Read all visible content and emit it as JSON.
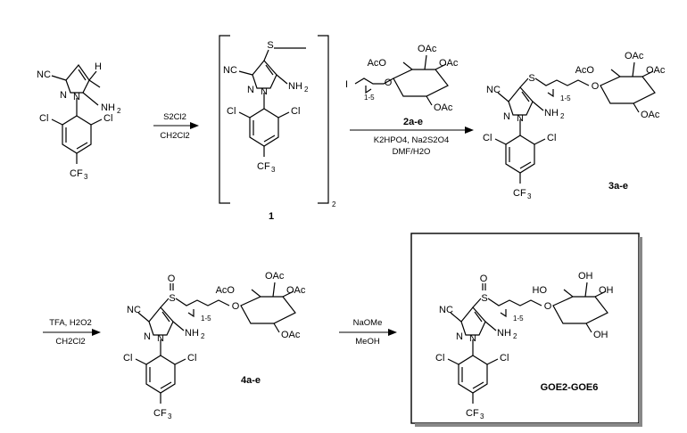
{
  "arrows": [
    {
      "id": "a1",
      "above": "S2Cl2",
      "below": "CH2Cl2"
    },
    {
      "id": "a2",
      "above": "",
      "below": "K2HPO4, Na2S2O4",
      "below2": "DMF/H2O"
    },
    {
      "id": "a3",
      "above": "TFA, H2O2",
      "below": "CH2Cl2"
    },
    {
      "id": "a4",
      "above": "NaOMe",
      "below": "MeOH"
    }
  ],
  "compounds": {
    "c1": "1",
    "c2": "2a-e",
    "c3": "3a-e",
    "c4": "4a-e",
    "final": "GOE2-GOE6"
  },
  "atoms": {
    "NC": "NC",
    "N": "N",
    "NH2": "NH",
    "two": "2",
    "Cl": "Cl",
    "CF": "CF",
    "three": "3",
    "S": "S",
    "O": "O",
    "H": "H",
    "OAc": "OAc",
    "AcO": "AcO",
    "OH": "OH",
    "HO": "HO",
    "I": "I",
    "range": "1-5",
    "bracket_sub": "2"
  }
}
